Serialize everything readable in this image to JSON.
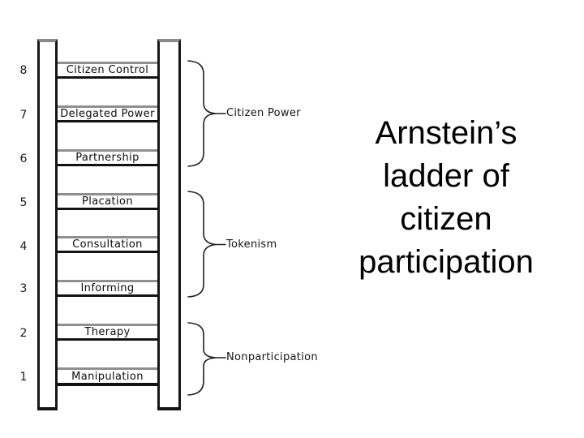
{
  "slide_title": {
    "lines": [
      "Arnstein’s",
      "ladder of",
      "citizen",
      "participation"
    ],
    "text": "Arnstein’s ladder of citizen participation"
  },
  "ladder": {
    "rungs": [
      {
        "number": "8",
        "label": "Citizen Control"
      },
      {
        "number": "7",
        "label": "Delegated Power"
      },
      {
        "number": "6",
        "label": "Partnership"
      },
      {
        "number": "5",
        "label": "Placation"
      },
      {
        "number": "4",
        "label": "Consultation"
      },
      {
        "number": "3",
        "label": "Informing"
      },
      {
        "number": "2",
        "label": "Therapy"
      },
      {
        "number": "1",
        "label": "Manipulation"
      }
    ],
    "groups": [
      {
        "label": "Citizen Power",
        "rung_numbers": [
          8,
          7,
          6
        ]
      },
      {
        "label": "Tokenism",
        "rung_numbers": [
          5,
          4,
          3
        ]
      },
      {
        "label": "Nonparticipation",
        "rung_numbers": [
          2,
          1
        ]
      }
    ]
  },
  "colors": {
    "background": "#ffffff",
    "line_black": "#161616",
    "line_gray": "#8a8a8a",
    "text": "#000000"
  }
}
